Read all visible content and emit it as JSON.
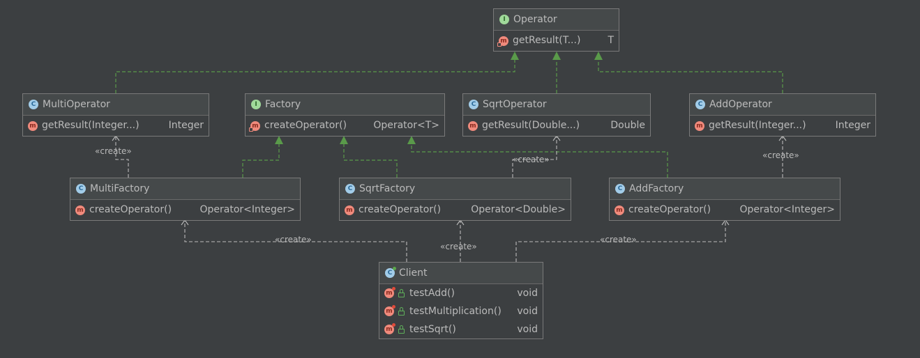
{
  "classes": {
    "operator": {
      "kind": "I",
      "name": "Operator",
      "methods": [
        {
          "name": "getResult(T...)",
          "type": "T"
        }
      ]
    },
    "multi_operator": {
      "kind": "C",
      "name": "MultiOperator",
      "methods": [
        {
          "name": "getResult(Integer...)",
          "type": "Integer"
        }
      ]
    },
    "factory": {
      "kind": "I",
      "name": "Factory",
      "methods": [
        {
          "name": "createOperator()",
          "type": "Operator<T>"
        }
      ]
    },
    "sqrt_operator": {
      "kind": "C",
      "name": "SqrtOperator",
      "methods": [
        {
          "name": "getResult(Double...)",
          "type": "Double"
        }
      ]
    },
    "add_operator": {
      "kind": "C",
      "name": "AddOperator",
      "methods": [
        {
          "name": "getResult(Integer...)",
          "type": "Integer"
        }
      ]
    },
    "multi_factory": {
      "kind": "C",
      "name": "MultiFactory",
      "methods": [
        {
          "name": "createOperator()",
          "type": "Operator<Integer>"
        }
      ]
    },
    "sqrt_factory": {
      "kind": "C",
      "name": "SqrtFactory",
      "methods": [
        {
          "name": "createOperator()",
          "type": "Operator<Double>"
        }
      ]
    },
    "add_factory": {
      "kind": "C",
      "name": "AddFactory",
      "methods": [
        {
          "name": "createOperator()",
          "type": "Operator<Integer>"
        }
      ]
    },
    "client": {
      "kind": "C",
      "name": "Client",
      "methods": [
        {
          "name": "testAdd()",
          "type": "void"
        },
        {
          "name": "testMultiplication()",
          "type": "void"
        },
        {
          "name": "testSqrt()",
          "type": "void"
        }
      ]
    }
  },
  "badge_letters": {
    "class": "C",
    "interface": "I",
    "method": "m"
  },
  "create_label": "«create»",
  "colors": {
    "background": "#3c3f41",
    "realization": "#5a9a4a",
    "dependency": "#bbbbbb",
    "border": "#7a7a7a"
  }
}
